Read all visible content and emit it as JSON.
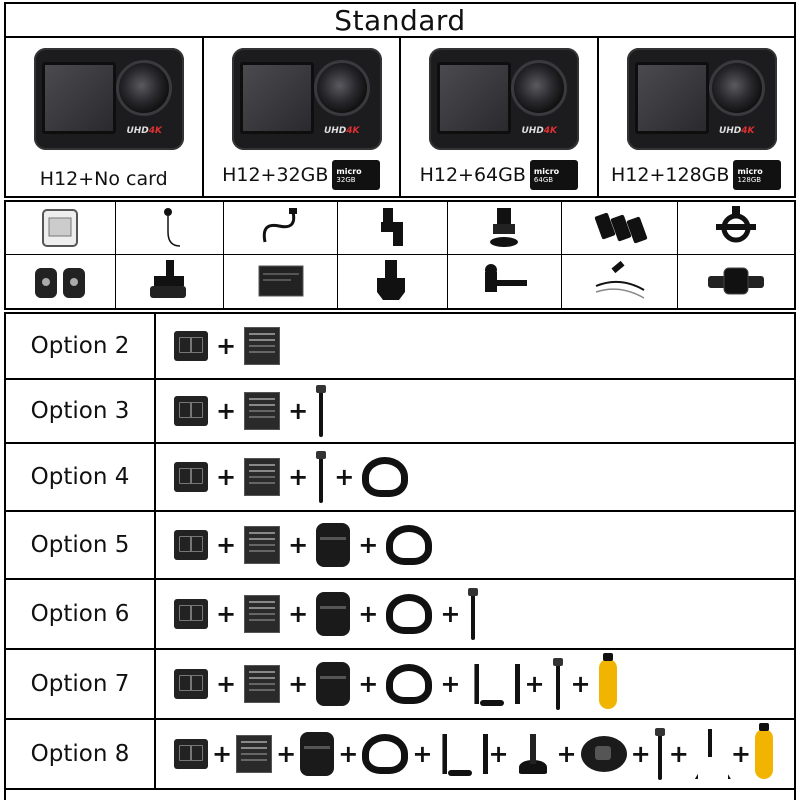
{
  "title": "Standard",
  "cameras": [
    {
      "label": "H12+No card",
      "card": ""
    },
    {
      "label": "H12+32GB",
      "card": "32GB"
    },
    {
      "label": "H12+64GB",
      "card": "64GB"
    },
    {
      "label": "H12+128GB",
      "card": "128GB"
    }
  ],
  "camera_brand": {
    "main": "UHD",
    "accent": "4K"
  },
  "sd_card_brand": "micro",
  "accessories": [
    "waterproof-case-icon",
    "lavalier-mic-icon",
    "usb-cable-icon",
    "j-hook-mount-icon",
    "tripod-adapter-icon",
    "velcro-straps-icon",
    "handlebar-mount-icon",
    "helmet-base-icon",
    "pivot-arm-icon",
    "battery-icon",
    "buckle-mount-icon",
    "thumb-screw-icon",
    "tethers-icon",
    "remote-wristband-icon"
  ],
  "options": [
    {
      "label": "Option 2",
      "items": [
        "charger",
        "battery"
      ]
    },
    {
      "label": "Option 3",
      "items": [
        "charger",
        "battery",
        "stick"
      ]
    },
    {
      "label": "Option 4",
      "items": [
        "charger",
        "battery",
        "stick",
        "headstrap"
      ]
    },
    {
      "label": "Option 5",
      "items": [
        "charger",
        "battery",
        "bag",
        "headstrap"
      ]
    },
    {
      "label": "Option 6",
      "items": [
        "charger",
        "battery",
        "bag",
        "headstrap",
        "stick"
      ]
    },
    {
      "label": "Option 7",
      "items": [
        "charger",
        "battery",
        "bag",
        "headstrap",
        "chest",
        "stick",
        "float"
      ]
    },
    {
      "label": "Option 8",
      "items": [
        "charger",
        "battery",
        "bag",
        "headstrap",
        "chest",
        "suction",
        "wrist",
        "stick",
        "tripod",
        "float"
      ]
    }
  ],
  "plus_sign": "+"
}
